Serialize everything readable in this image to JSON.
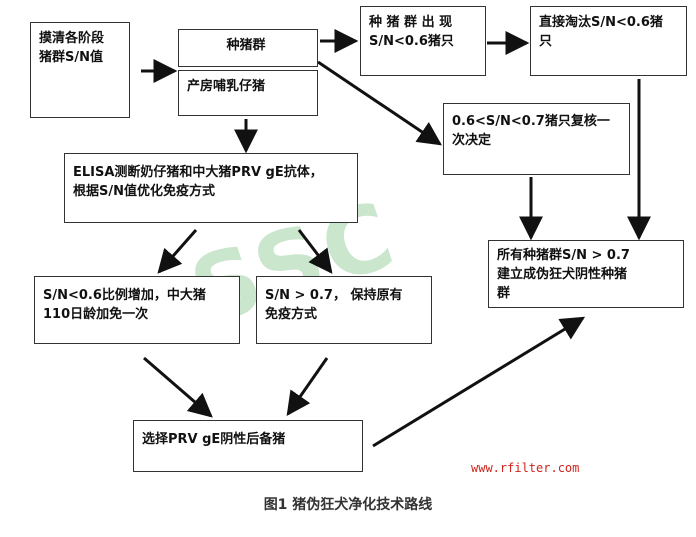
{
  "watermark": "SSC",
  "boxes": {
    "b1": "摸清各阶段\n猪群S/N值",
    "b2": "种猪群",
    "b3": "产房哺乳仔猪",
    "b4": "种 猪 群 出 现\nS/N<0.6猪只",
    "b5": "直接淘汰S/N<0.6猪\n只",
    "b6": "0.6<S/N<0.7猪只复核一\n次决定",
    "b7": "ELISA测断奶仔猪和中大猪PRV  gE抗体，\n根据S/N值优化免疫方式",
    "b8": "所有种猪群S/N > 0.7\n建立成伪狂犬阴性种猪\n群",
    "b9": "S/N<0.6比例增加，中大猪\n110日龄加免一次",
    "b10": "S/N > 0.7， 保持原有\n免疫方式",
    "b11": "选择PRV gE阴性后备猪"
  },
  "url": "www.rfilter.com",
  "caption": "图1 猪伪狂犬净化技术路线",
  "colors": {
    "border": "#333333",
    "arrow": "#111111",
    "url": "#d0241c",
    "watermark": "#9fd3a4"
  }
}
